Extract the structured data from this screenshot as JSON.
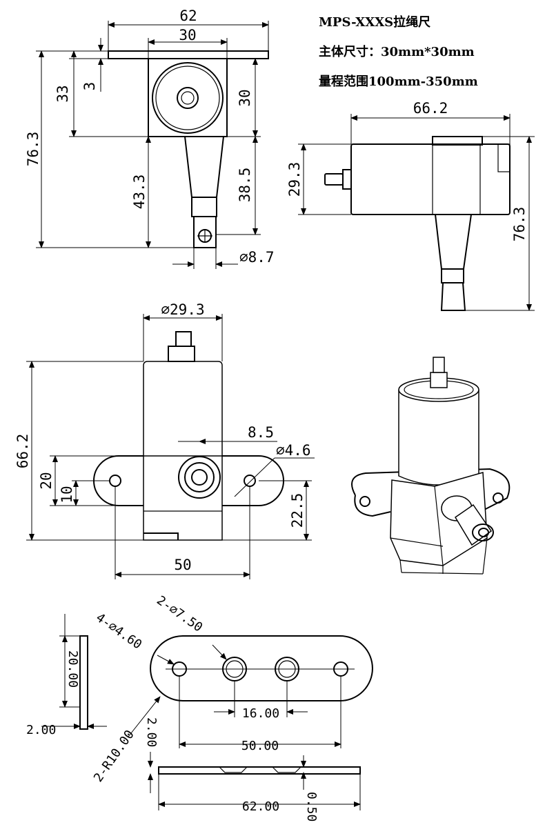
{
  "title": "MPS-XXXS拉绳尺",
  "size_line": "主体尺寸：30mm*30mm",
  "range_line": "量程范围100mm-350mm",
  "top_view": {
    "width_overall": "62",
    "width_body": "30",
    "height_total": "76.3",
    "height_upper": "33",
    "flange_thickness": "3",
    "body_height": "30",
    "lower_length_left": "43.3",
    "lower_length_right": "38.5",
    "end_diameter": "⌀8.7"
  },
  "side_view": {
    "length": "66.2",
    "diameter": "29.3",
    "height_total": "76.3"
  },
  "front_view": {
    "diameter": "⌀29.3",
    "height": "66.2",
    "offset": "8.5",
    "hole_diameter": "⌀4.6",
    "flange_height": "20",
    "hole_height": "10",
    "center_height": "22.5",
    "hole_spacing": "50"
  },
  "bracket_view": {
    "small_holes": "4-⌀4.60",
    "large_holes": "2-⌀7.50",
    "height": "20.00",
    "thickness_left": "2.00",
    "corner_radius": "2-R10.00",
    "thickness_mid": "2.00",
    "inner_spacing": "16.00",
    "outer_spacing": "50.00",
    "overall_length": "62.00",
    "groove": "0.50"
  }
}
